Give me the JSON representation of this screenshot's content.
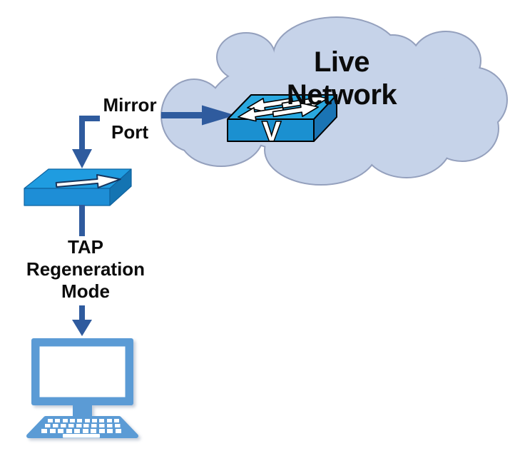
{
  "diagram": {
    "cloud": {
      "label": "Live Network",
      "fill": "#c6d3e9",
      "border": "#94a0bd"
    },
    "mirror_port": {
      "label": "Mirror\nPort"
    },
    "tap": {
      "label": "TAP\nRegeneration\nMode"
    },
    "switch": {
      "label": "V",
      "top": "#29a8e0",
      "front": "#1b90d0",
      "side": "#1a74b4"
    },
    "tap_device": {
      "top": "#1f9ce0",
      "front": "#1e8ed6",
      "side": "#1474b2"
    },
    "computer": {
      "color": "#5b9bd5",
      "screen": "#ffffff"
    },
    "arrow_color": "#2f5b9e",
    "icons": {
      "cloud": "network-cloud",
      "switch": "virtual-switch-icon",
      "tap": "network-tap-icon",
      "computer": "desktop-computer-icon"
    }
  }
}
